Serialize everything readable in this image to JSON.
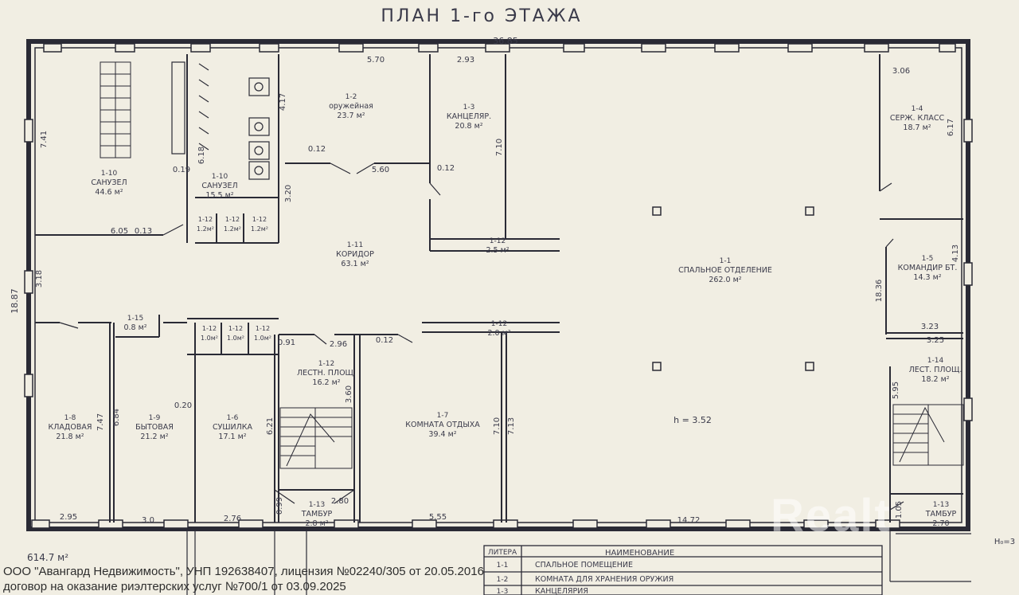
{
  "title": "ПЛАН 1-го ЭТАЖА",
  "overall_width": "36.85",
  "overall_depth": "18.87",
  "total_area": "614.7 м²",
  "height_note": "h = 3.52",
  "corner_note": "Н₀=3",
  "rooms": [
    {
      "id": "1-10",
      "name": "САНУЗЕЛ",
      "area": "44.6 м²"
    },
    {
      "id": "1-10",
      "name": "САНУЗЕЛ",
      "area": "15.5 м²"
    },
    {
      "id": "1-2",
      "name": "оружейная",
      "area": "23.7 м²"
    },
    {
      "id": "1-3",
      "name": "КАНЦЕЛЯР.",
      "area": "20.8 м²"
    },
    {
      "id": "1-4",
      "name": "СЕРЖ. КЛАСС",
      "area": "18.7 м²"
    },
    {
      "id": "1-11",
      "name": "КОРИДОР",
      "area": "63.1 м²"
    },
    {
      "id": "1-1",
      "name": "СПАЛЬНОЕ ОТДЕЛЕНИЕ",
      "area": "262.0 м²"
    },
    {
      "id": "1-5",
      "name": "КОМАНДИР БТ.",
      "area": "14.3 м²"
    },
    {
      "id": "1-8",
      "name": "КЛАДОВАЯ",
      "area": "21.8 м²"
    },
    {
      "id": "1-9",
      "name": "БЫТОВАЯ",
      "area": "21.2 м²"
    },
    {
      "id": "1-6",
      "name": "СУШИЛКА",
      "area": "17.1 м²"
    },
    {
      "id": "1-12",
      "name": "ЛЕСТН. ПЛОЩ.",
      "area": "16.2 м²"
    },
    {
      "id": "1-7",
      "name": "КОМНАТА ОТДЫХА",
      "area": "39.4 м²"
    },
    {
      "id": "1-14",
      "name": "ЛЕСТ. ПЛОЩ.",
      "area": "18.2 м²"
    },
    {
      "id": "1-13",
      "name": "ТАМБУР",
      "area": "2.8 м²"
    },
    {
      "id": "1-13",
      "name": "ТАМБУР",
      "area": "2.70"
    },
    {
      "id": "1-12",
      "name": "",
      "area": "2.5 м²"
    },
    {
      "id": "1-12",
      "name": "",
      "area": "2.0 м²"
    },
    {
      "id": "1-15",
      "name": "",
      "area": "0.8 м²"
    }
  ],
  "small_cells_top": [
    {
      "id": "1-12",
      "area": "1.2м²"
    },
    {
      "id": "1-12",
      "area": "1.2м²"
    },
    {
      "id": "1-12",
      "area": "1.2м²"
    }
  ],
  "small_cells_bottom": [
    {
      "id": "1-12",
      "area": "1.0м²"
    },
    {
      "id": "1-12",
      "area": "1.0м²"
    },
    {
      "id": "1-12",
      "area": "1.0м²"
    }
  ],
  "dimensions": {
    "top_a": "5.70",
    "top_b": "2.93",
    "top_right": "3.06",
    "left_upper": "7.41",
    "left_lower": "3.18",
    "wc_inner": "4.17",
    "wc_inner2": "6.18",
    "wc_door": "0.19",
    "corridor_left": "6.05",
    "corridor_left_b": "0.13",
    "weapons_a": "0.12",
    "weapons_b": "5.60",
    "kanc_a": "0.12",
    "kanc_b": "7.10",
    "right_a": "6.17",
    "right_b": "4.13",
    "right_c": "18.36",
    "right_d": "3.23",
    "right_e": "3.25",
    "stair_left": "3.20",
    "stair_a": "0.91",
    "stair_b": "2.96",
    "stair_c": "0.12",
    "stair_d": "3.60",
    "stair_e": "6.21",
    "kl_a": "7.47",
    "kl_b": "6.84",
    "dryer_a": "0.20",
    "rest_a": "7.10",
    "rest_b": "7.13",
    "bot_a": "2.95",
    "bot_b": "3.0",
    "bot_c": "2.76",
    "bot_d": "5.55",
    "bot_e": "14.72",
    "bot_f": "0.99",
    "bot_g": "2.80",
    "stair2_a": "5.95",
    "stair2_b": "1.05"
  },
  "legend": {
    "header_code": "ЛИТЕРА",
    "header_name": "НАИМЕНОВАНИЕ",
    "rows": [
      {
        "code": "1-1",
        "name": "СПАЛЬНОЕ ПОМЕЩЕНИЕ"
      },
      {
        "code": "1-2",
        "name": "КОМНАТА ДЛЯ ХРАНЕНИЯ ОРУЖИЯ"
      },
      {
        "code": "1-3",
        "name": "КАНЦЕЛЯРИЯ"
      }
    ]
  },
  "watermark": "Realt",
  "caption_line1": "ООО \"Авангард Недвижимость\", УНП 192638407, лицензия №02240/305 от 20.05.2016",
  "caption_line2": "договор на оказание риэлтерских услуг №700/1 от 03.09.2025"
}
